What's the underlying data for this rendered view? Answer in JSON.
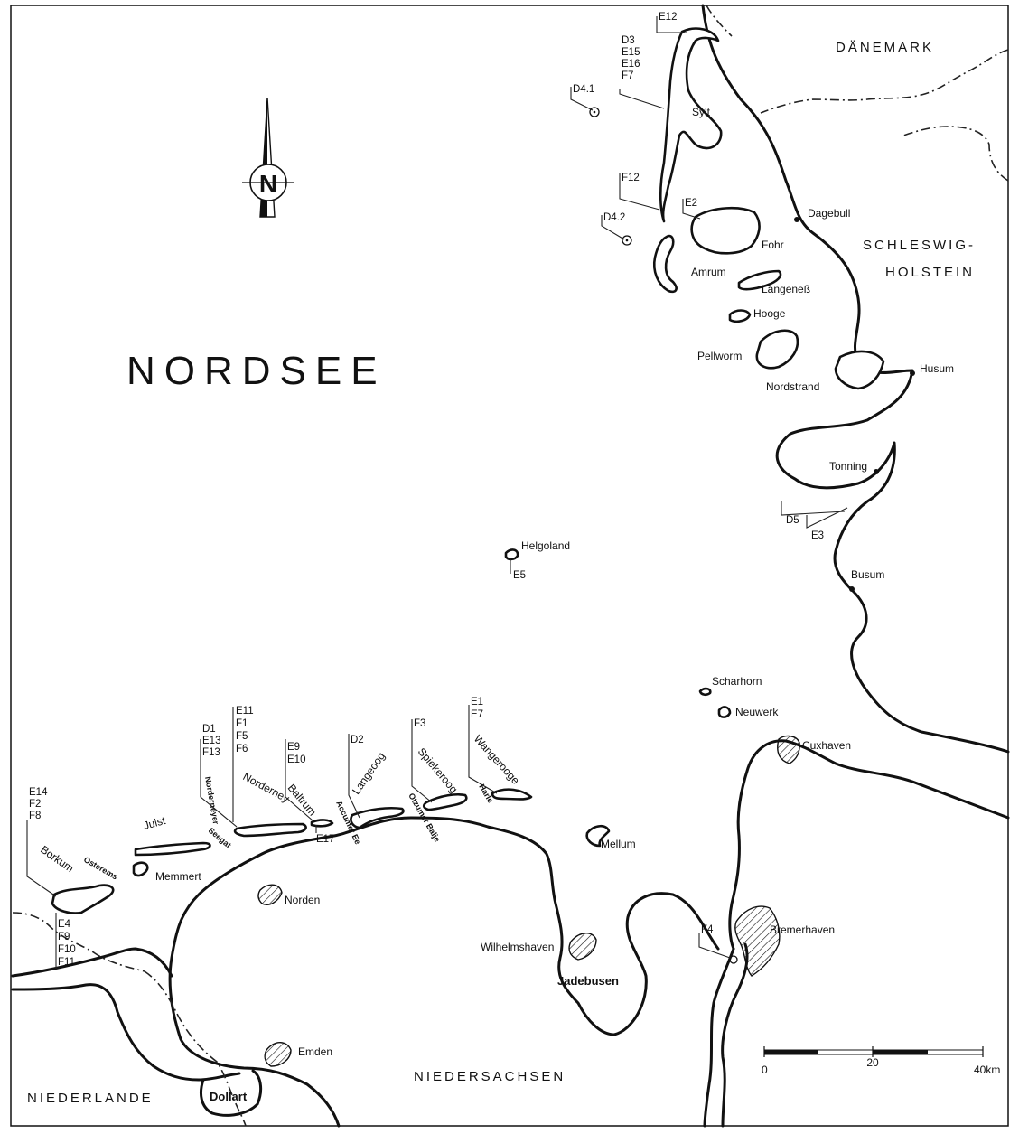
{
  "title": "NORDSEE",
  "north_letter": "N",
  "regions": {
    "daenemark": "DÄNEMARK",
    "schleswig": "SCHLESWIG-",
    "holstein": "HOLSTEIN",
    "niederlande": "NIEDERLANDE",
    "niedersachsen": "NIEDERSACHSEN"
  },
  "places": {
    "sylt": "Sylt",
    "fohr": "Fohr",
    "amrum": "Amrum",
    "langeness": "Langeneß",
    "hooge": "Hooge",
    "pellworm": "Pellworm",
    "nordstrand": "Nordstrand",
    "dagebull": "Dagebull",
    "husum": "Husum",
    "tonning": "Tonning",
    "busum": "Busum",
    "helgoland": "Helgoland",
    "scharhorn": "Scharhorn",
    "neuwerk": "Neuwerk",
    "cuxhaven": "Cuxhaven",
    "bremerhaven": "Bremerhaven",
    "wilhelmshaven": "Wilhelmshaven",
    "jadebusen": "Jadebusen",
    "mellum": "Mellum",
    "norden": "Norden",
    "emden": "Emden",
    "dollart": "Dollart",
    "borkum": "Borkum",
    "juist": "Juist",
    "memmert": "Memmert",
    "norderney": "Norderney",
    "baltrum": "Baltrum",
    "langeoog": "Langeoog",
    "spiekeroog": "Spiekeroog",
    "wangerooge": "Wangerooge",
    "osterems": "Osterems",
    "norderneyer": "Norderneyer",
    "seegat": "Seegat",
    "accumer": "Accumer Ee",
    "otzumer": "Otzumer Balje",
    "harle": "Harle"
  },
  "stations": {
    "e12": [
      "E12"
    ],
    "sylt": [
      "D3",
      "E15",
      "E16",
      "F7"
    ],
    "d41": [
      "D4.1"
    ],
    "f12": [
      "F12"
    ],
    "d42": [
      "D4.2"
    ],
    "e2": [
      "E2"
    ],
    "d5": [
      "D5"
    ],
    "e3": [
      "E3"
    ],
    "e5": [
      "E5"
    ],
    "borkum_n": [
      "E14",
      "F2",
      "F8"
    ],
    "borkum_s": [
      "E4",
      "F9",
      "F10",
      "F11"
    ],
    "d1": [
      "D1",
      "E13",
      "F13"
    ],
    "e11": [
      "E11",
      "F1",
      "F5",
      "F6"
    ],
    "e9": [
      "E9",
      "E10"
    ],
    "e17": [
      "E17"
    ],
    "d2": [
      "D2"
    ],
    "f3": [
      "F3"
    ],
    "e1": [
      "E1",
      "E7"
    ],
    "f4": [
      "F4"
    ]
  },
  "scale": {
    "ticks": [
      "0",
      "20",
      "40km"
    ],
    "max_km": 40
  }
}
